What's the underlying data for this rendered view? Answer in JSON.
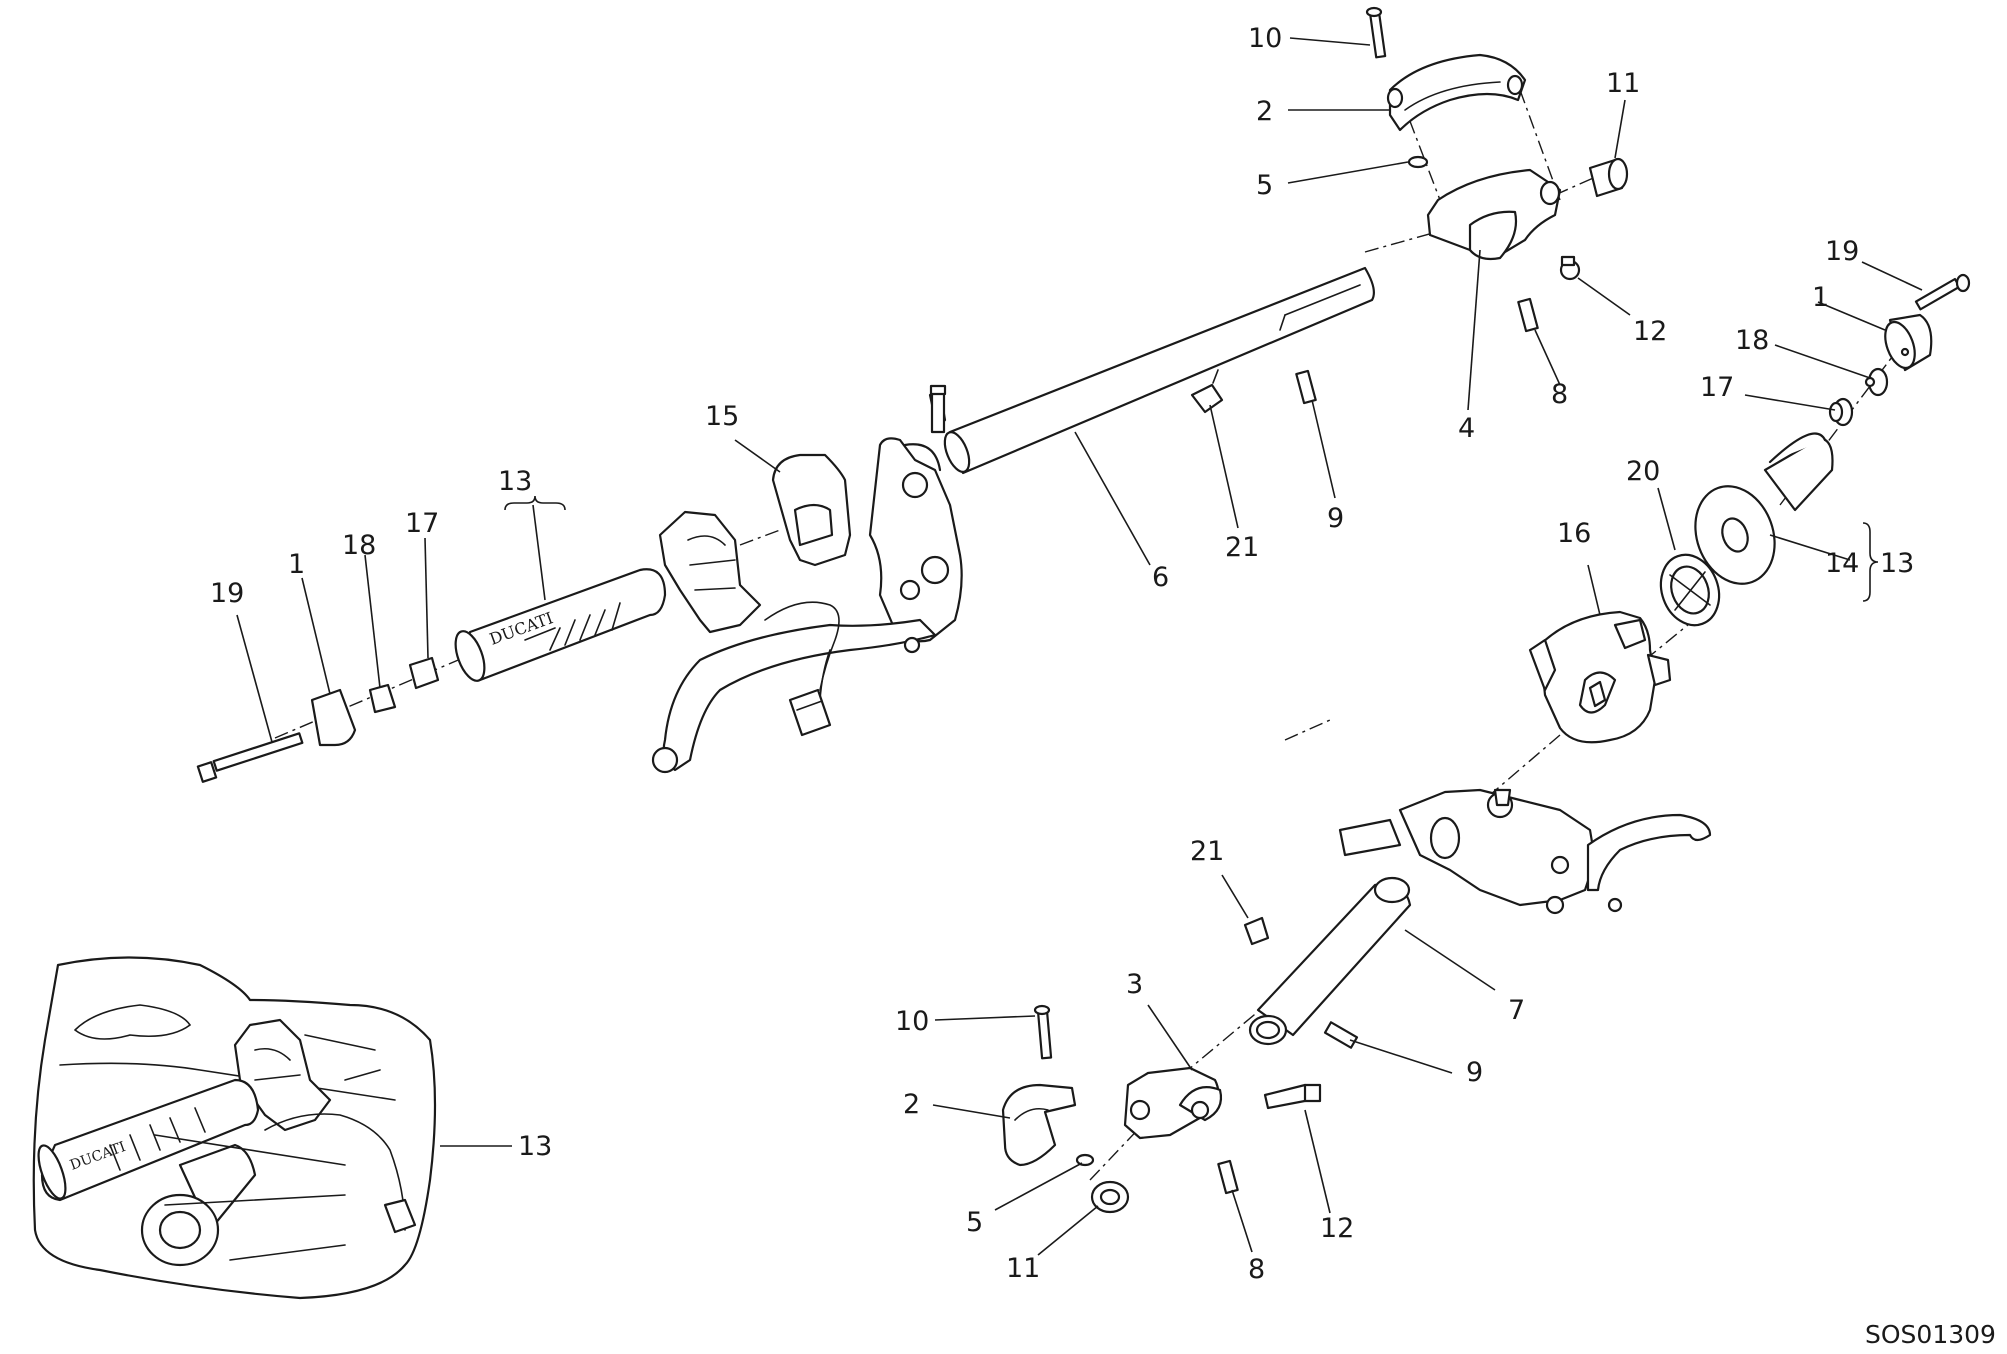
{
  "drawing_code": "SOS01309",
  "grip_brand": "DUCATI",
  "callouts": [
    {
      "id": "lbl-10-top",
      "text": "10"
    },
    {
      "id": "lbl-2-top",
      "text": "2"
    },
    {
      "id": "lbl-5-top",
      "text": "5"
    },
    {
      "id": "lbl-11-top",
      "text": "11"
    },
    {
      "id": "lbl-12-top",
      "text": "12"
    },
    {
      "id": "lbl-8-top",
      "text": "8"
    },
    {
      "id": "lbl-4",
      "text": "4"
    },
    {
      "id": "lbl-19-right",
      "text": "19"
    },
    {
      "id": "lbl-1-right",
      "text": "1"
    },
    {
      "id": "lbl-18-right",
      "text": "18"
    },
    {
      "id": "lbl-17-right",
      "text": "17"
    },
    {
      "id": "lbl-20",
      "text": "20"
    },
    {
      "id": "lbl-16",
      "text": "16"
    },
    {
      "id": "lbl-14",
      "text": "14"
    },
    {
      "id": "lbl-13-right",
      "text": "13"
    },
    {
      "id": "lbl-15",
      "text": "15"
    },
    {
      "id": "lbl-13-left",
      "text": "13"
    },
    {
      "id": "lbl-17-left",
      "text": "17"
    },
    {
      "id": "lbl-18-left",
      "text": "18"
    },
    {
      "id": "lbl-1-left",
      "text": "1"
    },
    {
      "id": "lbl-19-left",
      "text": "19"
    },
    {
      "id": "lbl-6",
      "text": "6"
    },
    {
      "id": "lbl-21-top",
      "text": "21"
    },
    {
      "id": "lbl-9-top",
      "text": "9"
    },
    {
      "id": "lbl-21-bottom",
      "text": "21"
    },
    {
      "id": "lbl-7",
      "text": "7"
    },
    {
      "id": "lbl-9-bottom",
      "text": "9"
    },
    {
      "id": "lbl-3",
      "text": "3"
    },
    {
      "id": "lbl-10-bottom",
      "text": "10"
    },
    {
      "id": "lbl-2-bottom",
      "text": "2"
    },
    {
      "id": "lbl-5-bottom",
      "text": "5"
    },
    {
      "id": "lbl-11-bottom",
      "text": "11"
    },
    {
      "id": "lbl-8-bottom",
      "text": "8"
    },
    {
      "id": "lbl-12-bottom",
      "text": "12"
    },
    {
      "id": "lbl-13-inset",
      "text": "13"
    }
  ]
}
